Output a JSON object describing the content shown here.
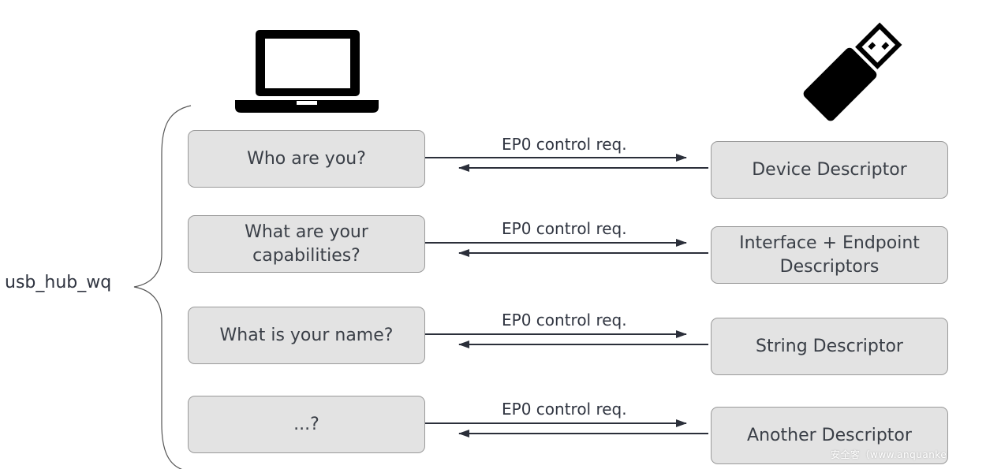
{
  "host_label": "usb_hub_wq",
  "rows": [
    {
      "question": "Who are you?",
      "request": "EP0 control req.",
      "response": "Device Descriptor"
    },
    {
      "question": "What are your\ncapabilities?",
      "request": "EP0 control req.",
      "response": "Interface + Endpoint\nDescriptors"
    },
    {
      "question": "What is your name?",
      "request": "EP0 control req.",
      "response": "String Descriptor"
    },
    {
      "question": "...?",
      "request": "EP0 control req.",
      "response": "Another Descriptor"
    }
  ],
  "icons": {
    "host": "laptop-icon",
    "device": "usb-drive-icon"
  },
  "watermark": "安全客（www.anquanke"
}
